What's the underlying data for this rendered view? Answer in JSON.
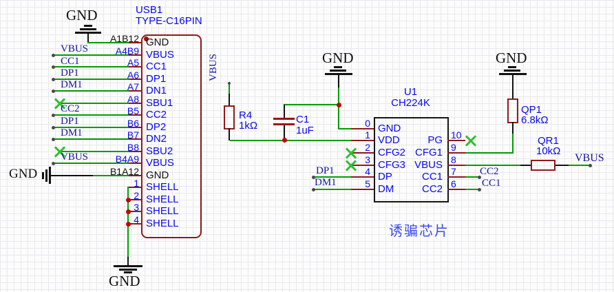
{
  "usb1": {
    "ref": "USB1",
    "value": "TYPE-C16PIN",
    "pins": [
      {
        "num": "A1B12",
        "name": "GND"
      },
      {
        "num": "A4B9",
        "name": "VBUS"
      },
      {
        "num": "A5",
        "name": "CC1"
      },
      {
        "num": "A6",
        "name": "DP1"
      },
      {
        "num": "A7",
        "name": "DN1"
      },
      {
        "num": "A8",
        "name": "SBU1"
      },
      {
        "num": "B5",
        "name": "CC2"
      },
      {
        "num": "B6",
        "name": "DP2"
      },
      {
        "num": "B7",
        "name": "DN2"
      },
      {
        "num": "B8",
        "name": "SBU2"
      },
      {
        "num": "B4A9",
        "name": "VBUS"
      },
      {
        "num": "B1A12",
        "name": "GND"
      },
      {
        "num": "1",
        "name": "SHELL"
      },
      {
        "num": "2",
        "name": "SHELL"
      },
      {
        "num": "3",
        "name": "SHELL"
      },
      {
        "num": "4",
        "name": "SHELL"
      }
    ]
  },
  "u1": {
    "ref": "U1",
    "value": "CH224K",
    "caption": "诱骗芯片",
    "left_pins": [
      {
        "num": "0",
        "name": "GND"
      },
      {
        "num": "1",
        "name": "VDD"
      },
      {
        "num": "2",
        "name": "CFG2"
      },
      {
        "num": "3",
        "name": "CFG3"
      },
      {
        "num": "4",
        "name": "DP"
      },
      {
        "num": "5",
        "name": "DM"
      }
    ],
    "right_pins": [
      {
        "num": "10",
        "name": "PG"
      },
      {
        "num": "9",
        "name": "CFG1"
      },
      {
        "num": "8",
        "name": "VBUS"
      },
      {
        "num": "7",
        "name": "CC1"
      },
      {
        "num": "6",
        "name": "CC2"
      }
    ]
  },
  "components": {
    "r4": {
      "ref": "R4",
      "value": "1kΩ"
    },
    "c1": {
      "ref": "C1",
      "value": "1uF"
    },
    "qp1": {
      "ref": "QP1",
      "value": "6.8kΩ"
    },
    "qr1": {
      "ref": "QR1",
      "value": "10kΩ"
    }
  },
  "net_labels": {
    "left": [
      "VBUS",
      "CC1",
      "DP1",
      "DM1",
      "CC2",
      "DP1",
      "DM1",
      "VBUS"
    ],
    "vbus_vertical": "VBUS",
    "u1_dp": "DP1",
    "u1_dm": "DM1",
    "right_cc2": "CC2",
    "right_cc1": "CC1",
    "right_vbus": "VBUS"
  },
  "ground_label": "GND",
  "colors": {
    "wire": "#009E00",
    "symbol_outline": "#8E1A1A",
    "junction": "#C80000",
    "pin_text": "#0808F0",
    "net_label": "#1515A0",
    "no_connect": "#2FBF2F",
    "caption": "#3B4BF0"
  }
}
